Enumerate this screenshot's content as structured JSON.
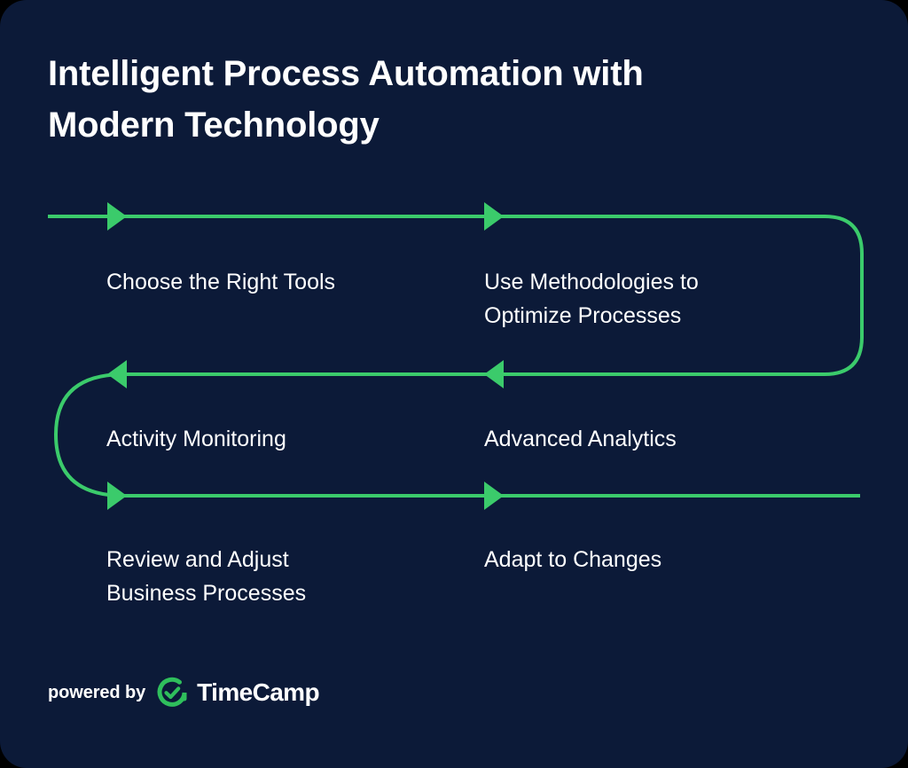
{
  "theme": {
    "background": "#0C1A38",
    "accent_green": "#3BCB6B",
    "text": "#FFFFFF"
  },
  "header": {
    "title": "Intelligent Process Automation with\nModern Technology"
  },
  "flow": {
    "steps": [
      {
        "label": "Choose the Right Tools",
        "row": 1,
        "col": 1
      },
      {
        "label": "Use Methodologies to\nOptimize Processes",
        "row": 1,
        "col": 2
      },
      {
        "label": "Activity Monitoring",
        "row": 2,
        "col": 1
      },
      {
        "label": "Advanced Analytics",
        "row": 2,
        "col": 2
      },
      {
        "label": "Review and Adjust\nBusiness Processes",
        "row": 3,
        "col": 1
      },
      {
        "label": "Adapt to Changes",
        "row": 3,
        "col": 2
      }
    ],
    "direction_row_1": "left-to-right",
    "direction_row_2": "right-to-left",
    "direction_row_3": "left-to-right"
  },
  "footer": {
    "powered_by": "powered by",
    "brand": "TimeCamp",
    "logo_icon": "timecamp-check-circle-icon"
  }
}
